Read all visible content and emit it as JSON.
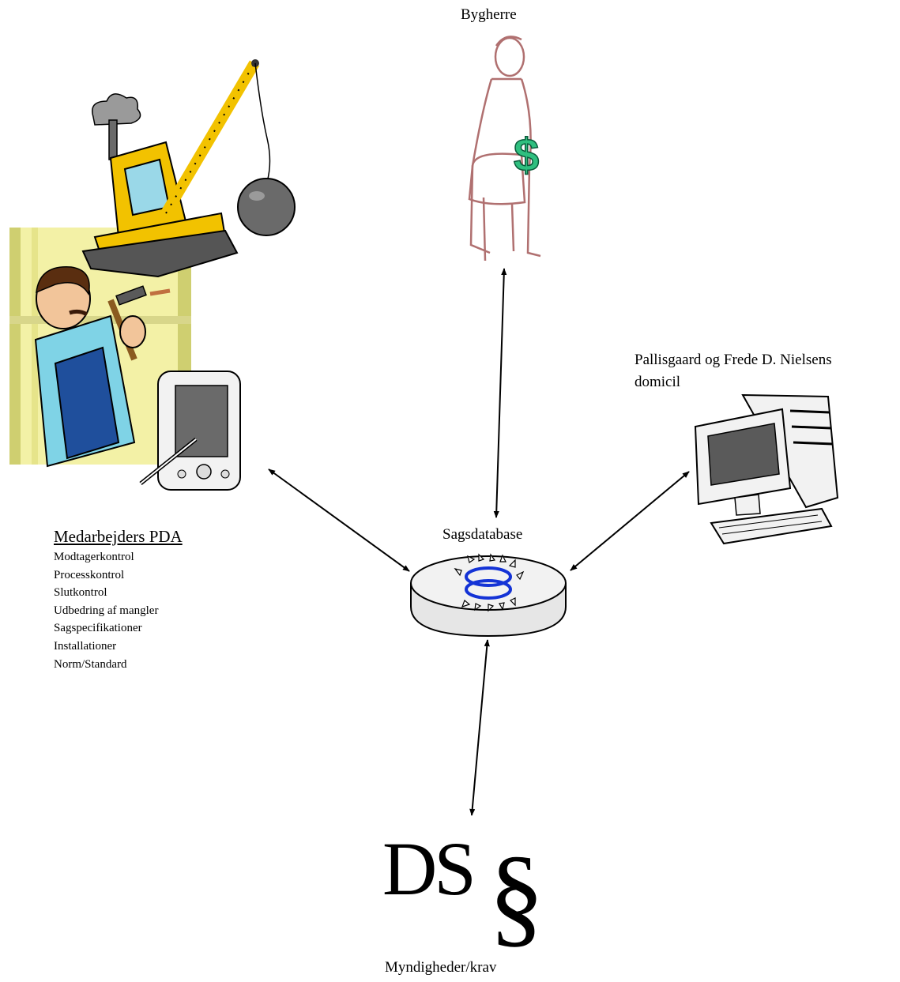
{
  "nodes": {
    "bygherre": "Bygherre",
    "domicil_line1": "Pallisgaard og Frede D. Nielsens",
    "domicil_line2": "domicil",
    "database": "Sagsdatabase",
    "pda_title": "Medarbejders PDA",
    "pda_items": [
      "Modtagerkontrol",
      "Processkontrol",
      "Slutkontrol",
      "Udbedring af mangler",
      "Sagspecifikationer",
      "Installationer",
      "Norm/Standard"
    ],
    "authority_symbol_ds": "DS",
    "authority_symbol_para": "§",
    "authority_label": "Myndigheder/krav"
  },
  "icons": [
    "construction-worker-icon",
    "wrecking-crane-icon",
    "pda-icon",
    "businessman-icon",
    "dollar-icon",
    "desktop-computer-icon",
    "database-icon"
  ],
  "colors": {
    "crane_yellow": "#f2c200",
    "worker_shirt": "#7fd3e6",
    "worker_overall": "#1f4f9c",
    "businessman_outline": "#b07070",
    "dollar_green": "#2fbf7f",
    "database_ring": "#1433d6"
  }
}
